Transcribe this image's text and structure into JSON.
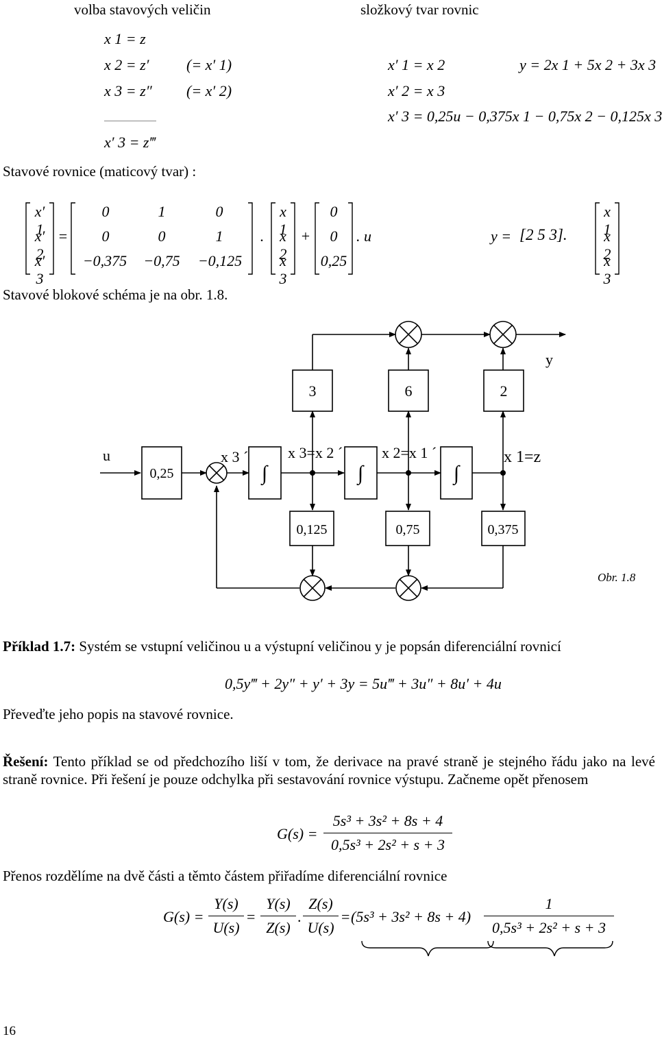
{
  "headings": {
    "state_variables": "volba stavových veličin",
    "component_form": "složkový tvar rovnic"
  },
  "state_choice": {
    "line1": "x 1 = z",
    "line2": "x 2 = z′",
    "line2_note": "(= x′ 1)",
    "line3": "x 3 = z″",
    "line3_note": "(= x′ 2)",
    "line4": "x′ 3 = z‴"
  },
  "component_eqs": {
    "e1": "x′ 1 = x 2",
    "e2": "x′ 2 = x 3",
    "e3": "x′ 3 = 0,25u − 0,375x 1 − 0,75x 2 − 0,125x 3",
    "output": "y = 2x 1 + 5x 2 + 3x 3"
  },
  "matrix_section": {
    "title": "Stavové rovnice (maticový tvar) :",
    "lhs": [
      "x′ 1",
      "x′ 2",
      "x′ 3"
    ],
    "A": [
      [
        "0",
        "1",
        "0"
      ],
      [
        "0",
        "0",
        "1"
      ],
      [
        "−0,375",
        "−0,75",
        "−0,125"
      ]
    ],
    "x": [
      "x 1",
      "x 2",
      "x 3"
    ],
    "B": [
      "0",
      "0",
      "0,25"
    ],
    "u": ". u",
    "eq": "=",
    "dot": ".",
    "plus": "+",
    "y_lhs": "y =",
    "C": "[2   5   3].",
    "x_out": [
      "x 1",
      "x 2",
      "x 3"
    ]
  },
  "block_schema_text": "Stavové blokové schéma je na obr. 1.8.",
  "diagram": {
    "input": "u",
    "output": "y",
    "gain_in": "0,25",
    "x3p": "x 3 ´",
    "x3": "x 3=x 2 ´",
    "x2": "x 2=x 1 ´",
    "x1": "x 1=z",
    "integrator": "∫",
    "top_gains": [
      "3",
      "6",
      "2"
    ],
    "bottom_gains": [
      "0,125",
      "0,75",
      "0,375"
    ],
    "caption": "Obr. 1.8"
  },
  "example": {
    "label": "Příklad 1.7:",
    "text": " Systém se vstupní veličinou u a výstupní veličinou y je popsán diferenciální rovnicí",
    "equation": "0,5y‴ + 2y″ + y′ + 3y = 5u‴ + 3u″ + 8u′ + 4u",
    "task": "Převeďte jeho popis na stavové rovnice."
  },
  "solution": {
    "label": "Řešení:",
    "text": " Tento příklad se od předchozího liší v tom, že derivace na pravé straně je stejného řádu jako na levé straně rovnice. Při řešení je pouze odchylka při sestavování rovnice výstupu. Začneme opět přenosem",
    "G_lhs": "G(s) =",
    "G_num": "5s³ + 3s² + 8s + 4",
    "G_den": "0,5s³ + 2s² + s + 3",
    "split_text": "Přenos rozdělíme na dvě části a těmto částem přiřadíme diferenciální rovnice",
    "split": {
      "lhs": "G(s) =",
      "f1_num": "Y(s)",
      "f1_den": "U(s)",
      "eq1": "=",
      "f2_num": "Y(s)",
      "f2_den": "Z(s)",
      "dot": ".",
      "f3_num": "Z(s)",
      "f3_den": "U(s)",
      "eq2": "=",
      "poly": "(5s³ + 3s² + 8s + 4)",
      "f4_num": "1",
      "f4_den": "0,5s³ + 2s² + s + 3"
    }
  },
  "page_number": "16"
}
